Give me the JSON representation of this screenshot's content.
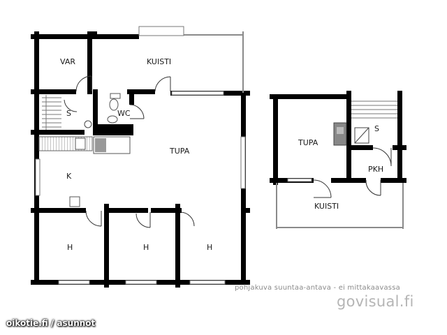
{
  "plan": {
    "main_rooms": {
      "var": "VAR",
      "kuisti": "KUISTI",
      "s": "S",
      "wc": "WC",
      "tupa": "TUPA",
      "k": "K",
      "h1": "H",
      "h2": "H",
      "h3": "H"
    },
    "sauna_rooms": {
      "tupa": "TUPA",
      "s": "S",
      "pkh": "PKH",
      "kuisti": "KUISTI"
    }
  },
  "disclaimer": "pohjakuva suuntaa-antava - ei mittakaavassa",
  "brand": "govisual.fi",
  "watermark": "oikotie.fi / asunnot",
  "colors": {
    "wall": "#000000",
    "window": "#8a8a8a",
    "fixture": "#777777",
    "ink": "#1a1a1a"
  }
}
